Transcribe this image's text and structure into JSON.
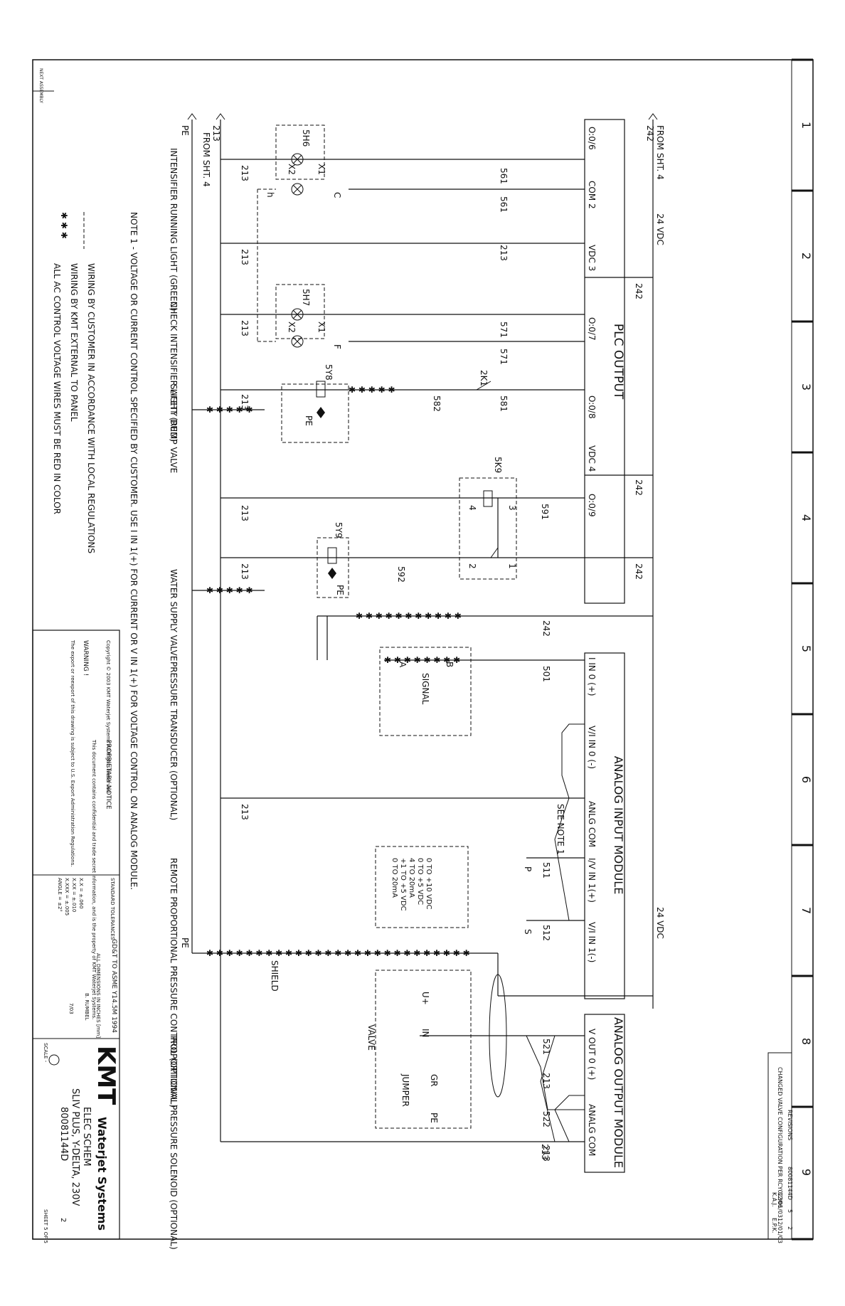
{
  "drawing": {
    "border_numbers": [
      "1",
      "2",
      "3",
      "4",
      "5",
      "6",
      "7",
      "8",
      "9"
    ],
    "from_sht_top": "FROM SHT. 4",
    "from_sht_left": "FROM SHT. 4",
    "pe": "PE",
    "pe_bottom": "PE",
    "supply_242": "242",
    "supply_213": "213",
    "supply_24vdc": "24 VDC",
    "supply_24vdc_2": "24 VDC",
    "plc_output_title": "PLC OUTPUT",
    "analog_input_title": "ANALOG INPUT MODULE",
    "analog_output_title": "ANALOG OUTPUT MODULE",
    "plc_terminals": [
      "O:0/6",
      "COM 2",
      "VDC 3",
      "O:0/7",
      "O:0/8",
      "VDC 4",
      "O:0/9"
    ],
    "ai_terminals": [
      "I IN 0 (+)",
      "V/I IN 0 (-)",
      "ANLG COM",
      "I/V IN 1(+)",
      "V/I IN 1(-)"
    ],
    "ao_terminals": [
      "V OUT 0 (+)",
      "ANALG COM"
    ],
    "wires": [
      "561",
      "561",
      "213",
      "571",
      "571",
      "581",
      "582",
      "591",
      "592",
      "242",
      "242",
      "242",
      "242",
      "501",
      "511",
      "512",
      "521",
      "213",
      "522",
      "213",
      "213",
      "213",
      "213",
      "213",
      "213",
      "213",
      "213",
      "213"
    ],
    "device_labels": [
      "5H6",
      "5H7",
      "5Y8",
      "5K9",
      "5Y9",
      "2K1",
      "X1",
      "X2",
      "X1",
      "X2",
      "C",
      "h",
      "F",
      "PE",
      "PE",
      "4",
      "3",
      "2",
      "1"
    ],
    "descriptions": {
      "intensifier_running": "INTENSIFIER RUNNING LIGHT (GREEN)",
      "check_intensifier": "CHECK INTENSIFIER LIGHT (RED)",
      "safety_dump": "SAFETY DUMP VALVE",
      "water_supply": "WATER SUPPLY VALVE",
      "pressure_transducer": "PRESSURE TRANSDUCER (OPTIONAL)",
      "remote_control": "REMOTE PROPORTIONAL PRESSURE CONTROL (OPTIONAL)",
      "prop_solenoid": "PROPORTIONAL PRESSURE SOLENOID (OPTIONAL)"
    },
    "signal": "SIGNAL",
    "signal_b": "B",
    "signal_a": "A",
    "see_note": "SEE NOTE 1",
    "range_lines": [
      "0 TO +10 VDC",
      "0 TO +5 VDC",
      "4 TO 20mA",
      "+1 TO +5 VDC",
      "0 TO 20mA"
    ],
    "p": "P",
    "s": "S",
    "shield": "SHIELD",
    "valve": "VALVE",
    "u_plus": "U+",
    "in": "IN",
    "gr": "GR",
    "jumper": "JUMPER",
    "pe_valve": "PE",
    "note1": "NOTE 1 - VOLTAGE OR CURRENT CONTROL SPECIFIED BY CUSTOMER. USE I IN 1(+) FOR CURRENT OR V IN 1(+) FOR VOLTAGE CONTROL ON ANALOG MODULE.",
    "legend_dash": "WIRING BY CUSTOMER IN ACCORDANCE WITH LOCAL REGULATIONS",
    "legend_star": "WIRING BY KMT EXTERNAL TO PANEL",
    "legend_ac": "ALL AC CONTROL VOLTAGE WIRES MUST BE RED IN COLOR"
  },
  "title_block": {
    "next_assembly": "NEXT ASSEMBLY",
    "copyright": "Copyright © 2003 KMT Waterjet Systems All Rights Reserved",
    "warning": "WARNING !",
    "warning_text": "The export or reexport of this drawing is subject to U.S. Export Administration Regulations.",
    "proprietary": "PROPRIETARY NOTICE",
    "proprietary_text": "This document contains confidential and trade secret information, and is the property of KMT Waterjet Systems.",
    "standard": "STANDARD TOLERANCES",
    "tolerances": [
      "X.X = ±.060",
      "X.XX = ±.010",
      "X.XXX = ±.005",
      "ANGLE = ±2°"
    ],
    "gdt": "GD&T TO ASME Y14.5M 1994",
    "dims": "ALL DIMENSIONS IN INCHES [mm]",
    "drawn": "B. RUMBEL",
    "date": "7/03",
    "logo": "KMT",
    "logo_sub": "Waterjet Systems",
    "title1": "ELEC SCHEM",
    "title2": "SLIV PLUS, Y-DELTA, 230V",
    "dwg_no": "80081144D",
    "rev": "2",
    "sheet": "SHEET 5 OF 5",
    "scale": "SCALE -"
  },
  "revisions": {
    "header": "REVISIONS",
    "dwg": "80081144D",
    "sht": "5",
    "rev": "2",
    "desc": "CHANGED VALVE CONFIGURATION PER RCY02306",
    "date": "12/01/03",
    "by": "K.A.J.",
    "approved": "12/01/03",
    "approver": "E.P.K."
  }
}
